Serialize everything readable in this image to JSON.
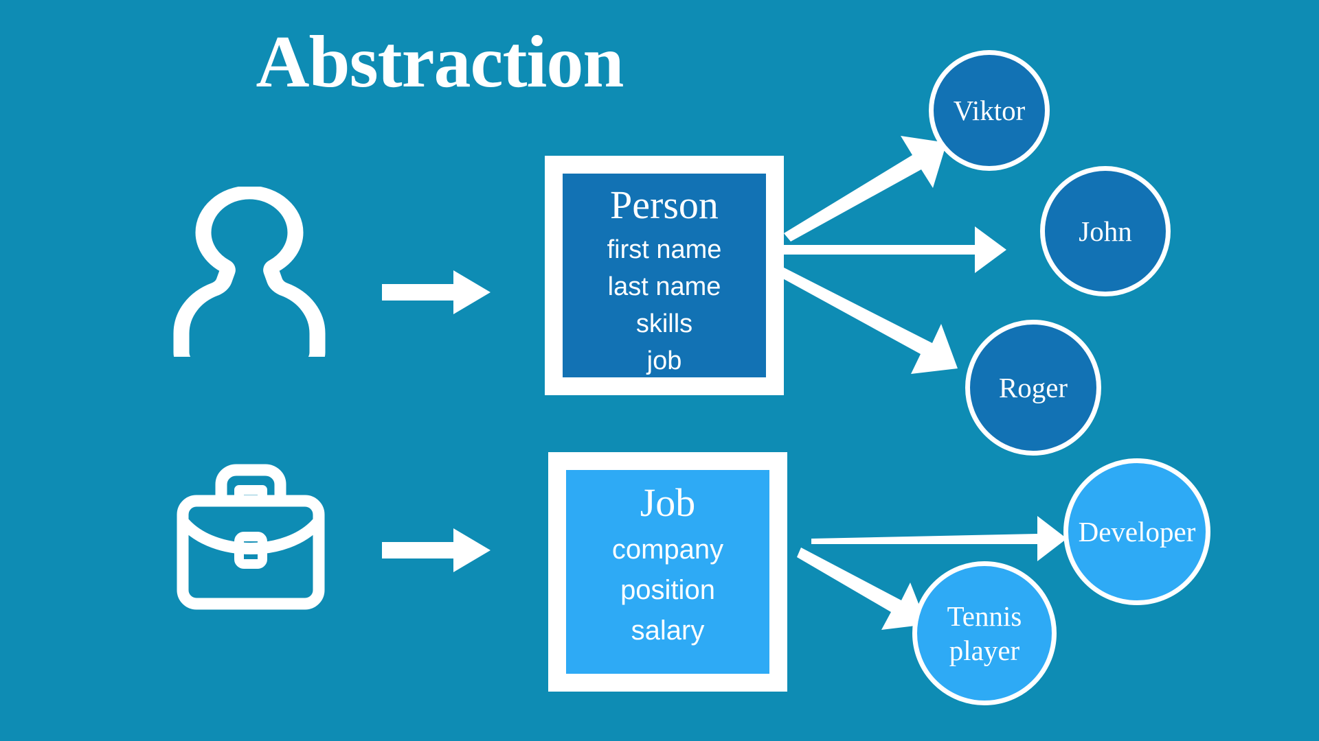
{
  "title": "Abstraction",
  "theme": {
    "background": "#0e8cb4",
    "dark_blue": "#1272b4",
    "light_blue": "#2eaaf5",
    "white": "#ffffff"
  },
  "icons": {
    "person": "person-icon",
    "briefcase": "briefcase-icon",
    "flow_arrow": "right-arrow-icon"
  },
  "classes": [
    {
      "id": "person",
      "name": "Person",
      "color": "#1272b4",
      "attributes": [
        "first name",
        "last name",
        "skills",
        "job"
      ]
    },
    {
      "id": "job",
      "name": "Job",
      "color": "#2eaaf5",
      "attributes": [
        "company",
        "position",
        "salary"
      ]
    }
  ],
  "instances": {
    "person": [
      {
        "id": "viktor",
        "label": "Viktor",
        "color": "#1272b4"
      },
      {
        "id": "john",
        "label": "John",
        "color": "#1272b4"
      },
      {
        "id": "roger",
        "label": "Roger",
        "color": "#1272b4"
      }
    ],
    "job": [
      {
        "id": "developer",
        "label": "Developer",
        "color": "#2eaaf5"
      },
      {
        "id": "tennis",
        "label": "Tennis\nplayer",
        "line1": "Tennis",
        "line2": "player",
        "color": "#2eaaf5"
      }
    ]
  }
}
